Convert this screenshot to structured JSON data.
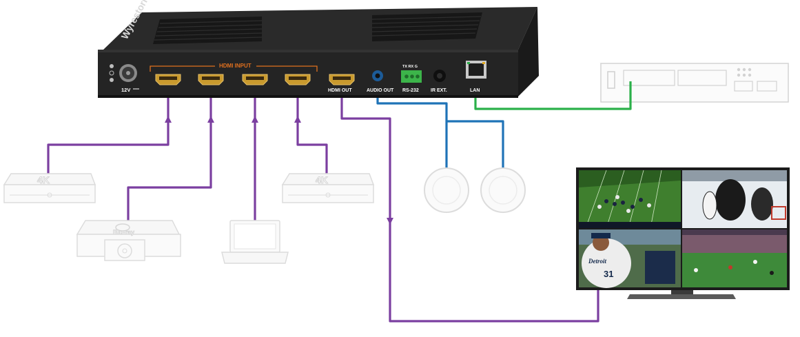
{
  "device": {
    "brand": "Wyrestorm",
    "power_label": "12V",
    "hdmi_input_label": "HDMI INPUT",
    "hdmi_out_label": "HDMI OUT",
    "audio_out_label": "AUDIO OUT",
    "rs232_label": "RS-232",
    "rs232_pins": "TX  RX  G",
    "ir_label": "IR EXT.",
    "lan_label": "LAN"
  },
  "sources": [
    {
      "type": "4k-player",
      "label": "4K"
    },
    {
      "type": "blu-ray-player",
      "label": "Blu-ray"
    },
    {
      "type": "laptop",
      "label": ""
    },
    {
      "type": "4k-player",
      "label": "4K"
    }
  ],
  "display": {
    "jersey_number": "31",
    "player_name": "Detroit"
  },
  "colors": {
    "hdmi_cable": "#7b3fa0",
    "audio_cable": "#1f73b7",
    "lan_cable": "#2bb04a",
    "device_body": "#1e1e1e",
    "accent": "#e0701e"
  }
}
